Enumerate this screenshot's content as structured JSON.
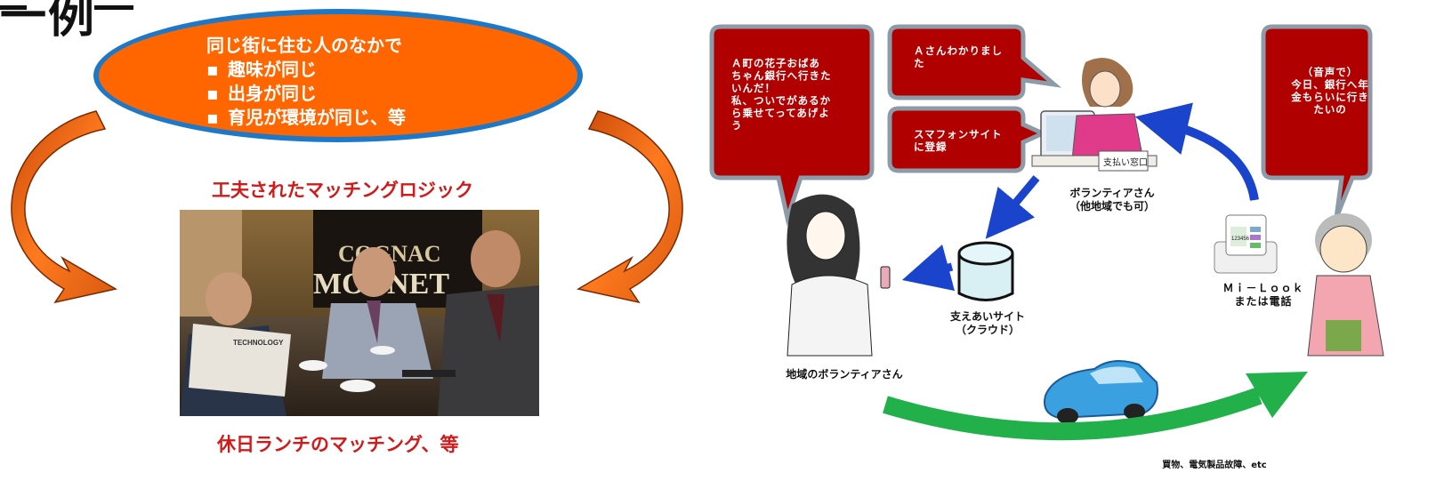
{
  "page": {
    "title": "一例"
  },
  "left": {
    "oval": {
      "heading": "同じ街に住む人のなかで",
      "items": [
        "趣味が同じ",
        "出身が同じ",
        "育児が環境が同じ、等"
      ],
      "bullet": "▪"
    },
    "logic_label": "工夫されたマッチングロジック",
    "lunch_label": "休日ランチのマッチング、等",
    "photo": {
      "poster_text": [
        "COGNAC",
        "MONNET"
      ],
      "newspaper_text": "TECHNOLOGY"
    }
  },
  "right": {
    "bubbles": {
      "hanako": [
        "Ａ町の花子おばあ",
        "ちゃん銀行へ行きた",
        "いんだ！",
        "私、ついでがあるか",
        "ら乗せてってあげよ",
        "う"
      ],
      "understood": [
        "Ａさんわかりまし",
        "た"
      ],
      "registered": [
        "スマフォンサイト",
        "に登録"
      ],
      "voice": [
        "（音声で）",
        "今日、銀行へ年",
        "金もらいに行き",
        "たいの"
      ]
    },
    "captions": {
      "volunteer_center": [
        "ボランティアさん",
        "（他地域でも可）"
      ],
      "cloud_site": [
        "支えあいサイト",
        "（クラウド）"
      ],
      "local_volunteer": "地域のボランティアさん",
      "milook": [
        "Ｍｉ－Ｌｏｏｋ",
        "または電話"
      ],
      "errands": "買物、電気製品故障、etc"
    },
    "desk_sign": "支払い窓口",
    "phone_screen": "123456"
  },
  "colors": {
    "oval_fill": "#ff6600",
    "oval_border": "#1e78c8",
    "accent_red": "#d11a1a",
    "bubble_fill": "#b00000",
    "bubble_border": "#8c9ba8",
    "arrow_orange": "#ee6611",
    "arrow_blue": "#1a44cc",
    "arrow_green": "#22b04a"
  }
}
